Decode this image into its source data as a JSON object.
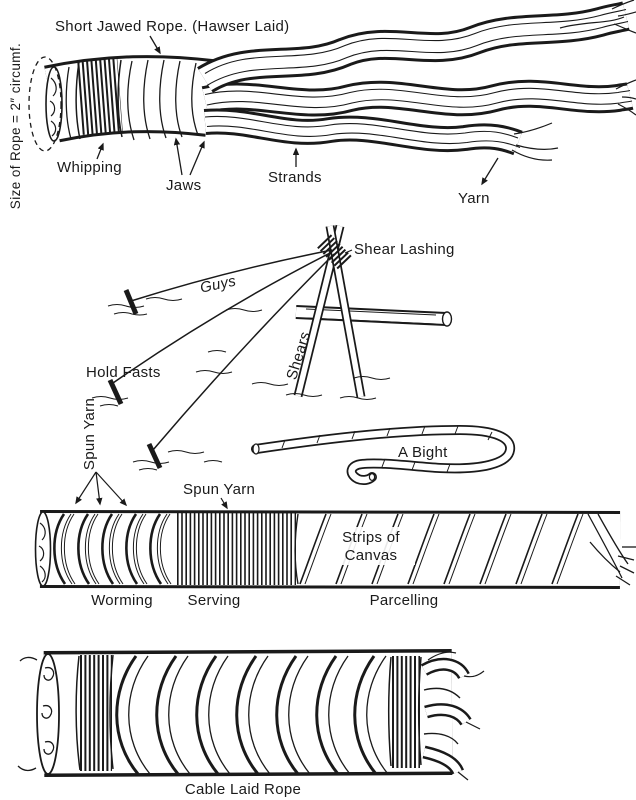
{
  "figure": {
    "hawser": {
      "title": "Short Jawed Rope. (Hawser Laid)",
      "size_note": "Size of Rope = 2″ circumf.",
      "whipping_label": "Whipping",
      "jaws_label": "Jaws",
      "strands_label": "Strands",
      "yarn_label": "Yarn"
    },
    "shears": {
      "lashing_label": "Shear Lashing",
      "guys_label": "Guys",
      "hold_fasts_label": "Hold Fasts",
      "shears_label": "Shears"
    },
    "bight": {
      "label": "A Bight"
    },
    "protection": {
      "spun_yarn_worming_label": "Spun Yarn",
      "spun_yarn_serving_label": "Spun Yarn",
      "strips_of_canvas_line1": "Strips of",
      "strips_of_canvas_line2": "Canvas",
      "worming_label": "Worming",
      "serving_label": "Serving",
      "parcelling_label": "Parcelling"
    },
    "cable": {
      "caption": "Cable Laid Rope"
    },
    "ink_color": "#1a1a1a",
    "paper_color": "#ffffff"
  }
}
